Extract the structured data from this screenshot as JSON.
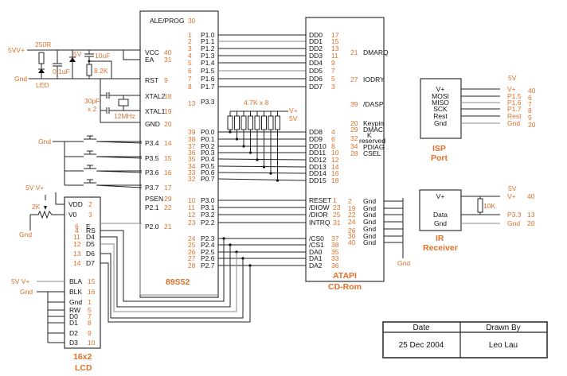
{
  "title_block": {
    "date_header": "Date",
    "drawn_by_header": "Drawn By",
    "date": "25 Dec 2004",
    "author": "Leo Lau"
  },
  "power_section": {
    "supply_label": "5VV+",
    "gnd_label": "Gnd",
    "resistor_label": "250R",
    "led_label": "LED",
    "cap_label": "0.1uF",
    "zener_label": "5V",
    "elec_cap_label": "10uF",
    "reset_res_label": "8.2K",
    "xtal_cap_label_1": "30pF",
    "xtal_cap_label_2": "x 2",
    "crystal_label": "12MHz"
  },
  "mcu": {
    "name": "89S52",
    "top_pin": {
      "name": "ALE/PROG",
      "num": "30"
    },
    "left_pins": [
      {
        "name": "VCC",
        "num": "40"
      },
      {
        "name": "EA",
        "num": "31"
      },
      {
        "name": "RST",
        "num": "9"
      },
      {
        "name": "XTAL2",
        "num": "18"
      },
      {
        "name": "XTAL1",
        "num": "19"
      },
      {
        "name": "GND",
        "num": "20"
      },
      {
        "name": "P3.4",
        "num": "14"
      },
      {
        "name": "P3.5",
        "num": "15"
      },
      {
        "name": "P3.6",
        "num": "16"
      },
      {
        "name": "P3.7",
        "num": "17"
      },
      {
        "name": "PSEN",
        "num": "29"
      },
      {
        "name": "P2.1",
        "num": "22"
      },
      {
        "name": "P2.0",
        "num": "21"
      }
    ],
    "right_pins_p1": [
      {
        "name": "P1.0",
        "num": "1"
      },
      {
        "name": "P1.1",
        "num": "2"
      },
      {
        "name": "P1.2",
        "num": "3"
      },
      {
        "name": "P1.3",
        "num": "4"
      },
      {
        "name": "P1.4",
        "num": "5"
      },
      {
        "name": "P1.5",
        "num": "6"
      },
      {
        "name": "P1.6",
        "num": "7"
      },
      {
        "name": "P1.7",
        "num": "8"
      }
    ],
    "p33": {
      "name": "P3.3",
      "num": "13"
    },
    "right_pins_p0": [
      {
        "name": "P0.0",
        "num": "39"
      },
      {
        "name": "P0.1",
        "num": "38"
      },
      {
        "name": "P0.2",
        "num": "37"
      },
      {
        "name": "P0.3",
        "num": "36"
      },
      {
        "name": "P0.4",
        "num": "35"
      },
      {
        "name": "P0.5",
        "num": "34"
      },
      {
        "name": "P0.6",
        "num": "33"
      },
      {
        "name": "P0.7",
        "num": "32"
      }
    ],
    "right_pins_ctrl": [
      {
        "name": "P3.0",
        "num": "10"
      },
      {
        "name": "P3.1",
        "num": "11"
      },
      {
        "name": "P3.2",
        "num": "12"
      },
      {
        "name": "P2.2",
        "num": "23"
      }
    ],
    "right_pins_p2": [
      {
        "name": "P2.3",
        "num": "24"
      },
      {
        "name": "P2.4",
        "num": "25"
      },
      {
        "name": "P2.5",
        "num": "26"
      },
      {
        "name": "P2.6",
        "num": "27"
      },
      {
        "name": "P2.7",
        "num": "28"
      }
    ]
  },
  "pullups": {
    "label": "4.7K x 8",
    "vplus": "V+",
    "vlabel": "5V"
  },
  "buttons": {
    "gnd_label": "Gnd"
  },
  "atapi": {
    "name_1": "ATAPI",
    "name_2": "CD-Rom",
    "dd_low": [
      {
        "name": "DD0",
        "num": "17"
      },
      {
        "name": "DD1",
        "num": "15"
      },
      {
        "name": "DD2",
        "num": "13"
      },
      {
        "name": "DD3",
        "num": "11"
      },
      {
        "name": "DD4",
        "num": "9"
      },
      {
        "name": "DD5",
        "num": "7"
      },
      {
        "name": "DD6",
        "num": "5"
      },
      {
        "name": "DD7",
        "num": "3"
      }
    ],
    "dd_high": [
      {
        "name": "DD8",
        "num": "4"
      },
      {
        "name": "DD9",
        "num": "6"
      },
      {
        "name": "DD10",
        "num": "8"
      },
      {
        "name": "DD11",
        "num": "10"
      },
      {
        "name": "DD12",
        "num": "12"
      },
      {
        "name": "DD13",
        "num": "14"
      },
      {
        "name": "DD14",
        "num": "16"
      },
      {
        "name": "DD15",
        "num": "18"
      }
    ],
    "ctrl": [
      {
        "name": "RESET",
        "num": "1"
      },
      {
        "name": "/DIOW",
        "num": "23"
      },
      {
        "name": "/DIOR",
        "num": "25"
      },
      {
        "name": "INTRQ",
        "num": "31"
      }
    ],
    "addr": [
      {
        "name": "/CS0",
        "num": "37"
      },
      {
        "name": "/CS1",
        "num": "38"
      },
      {
        "name": "DA0",
        "num": "35"
      },
      {
        "name": "DA1",
        "num": "33"
      },
      {
        "name": "DA2",
        "num": "36"
      }
    ],
    "right_misc": [
      {
        "num": "21",
        "name": "DMARQ"
      },
      {
        "num": "27",
        "name": "IODRY"
      },
      {
        "num": "39",
        "name": "/DASP"
      },
      {
        "num": "20",
        "name": "Keypin"
      },
      {
        "num": "29",
        "name": "DMAC"
      },
      {
        "num": "",
        "name": "K"
      },
      {
        "num": "32",
        "name": "reserved"
      },
      {
        "num": "34",
        "name": "PDIAG"
      },
      {
        "num": "28",
        "name": "CSEL"
      }
    ],
    "gnd_pins": [
      {
        "num": "2",
        "name": "Gnd"
      },
      {
        "num": "19",
        "name": "Gnd"
      },
      {
        "num": "22",
        "name": "Gnd"
      },
      {
        "num": "24",
        "name": "Gnd"
      },
      {
        "num": "26",
        "name": "Gnd"
      },
      {
        "num": "30",
        "name": "Gnd"
      },
      {
        "num": "40",
        "name": "Gnd"
      }
    ],
    "gnd_label": "Gnd"
  },
  "lcd": {
    "name_1": "16x2",
    "name_2": "LCD",
    "pot_label": "2K",
    "supply_label": "5V V+",
    "gnd_label": "Gnd",
    "bla_supply": "5V V+",
    "blk_gnd": "Gnd",
    "pins_top": [
      {
        "name": "VDD",
        "num": "2"
      },
      {
        "name": "V0",
        "num": "3"
      }
    ],
    "pins_ctrl": [
      {
        "num": "6",
        "name": "E"
      },
      {
        "num": "4",
        "name": "RS"
      },
      {
        "num": "11",
        "name": "D4"
      },
      {
        "num": "12",
        "name": "D5"
      },
      {
        "num": "13",
        "name": "D6"
      },
      {
        "num": "14",
        "name": "D7"
      }
    ],
    "pins_bottom": [
      {
        "name": "BLA",
        "num": "15"
      },
      {
        "name": "BLK",
        "num": "16"
      },
      {
        "name": "Gnd",
        "num": "1"
      },
      {
        "name": "RW",
        "num": "5"
      },
      {
        "name": "D0",
        "num": "7"
      },
      {
        "name": "D1",
        "num": "8"
      },
      {
        "name": "D2",
        "num": "9"
      },
      {
        "name": "D3",
        "num": "10"
      }
    ]
  },
  "isp": {
    "name_1": "ISP",
    "name_2": "Port",
    "top_label": "5V",
    "pins": [
      {
        "name": "V+",
        "target": "V+",
        "num": "40"
      },
      {
        "name": "MOSI",
        "target": "P1.5",
        "num": "6"
      },
      {
        "name": "MISO",
        "target": "P1.6",
        "num": "7"
      },
      {
        "name": "SCK",
        "target": "P1.7",
        "num": "8"
      },
      {
        "name": "Rest",
        "target": "Rest",
        "num": "9"
      },
      {
        "name": "Gnd",
        "target": "Gnd",
        "num": "20"
      }
    ]
  },
  "ir": {
    "name_1": "IR",
    "name_2": "Receiver",
    "top_label": "5V",
    "res_label": "10K",
    "pins": [
      {
        "name": "V+",
        "target": "V+",
        "num": "40"
      },
      {
        "name": "Data",
        "target": "P3.3",
        "num": "13"
      },
      {
        "name": "Gnd",
        "target": "Gnd",
        "num": "20"
      }
    ]
  }
}
